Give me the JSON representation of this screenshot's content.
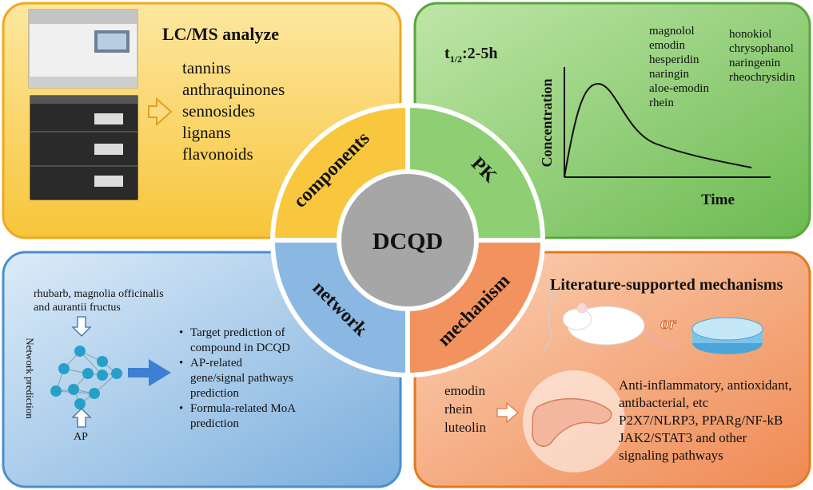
{
  "center": {
    "label": "DCQD"
  },
  "quadrants": {
    "top_left": {
      "label": "components"
    },
    "top_right": {
      "label": "PK"
    },
    "bottom_left": {
      "label": "network"
    },
    "bottom_right": {
      "label": "mechanism"
    }
  },
  "components_panel": {
    "title": "LC/MS analyze",
    "items": [
      "tannins",
      "anthraquinones",
      "sennosides",
      "lignans",
      "flavonoids"
    ]
  },
  "pk_panel": {
    "half_life_label": "t",
    "half_life_sub": "1/2",
    "half_life_value": ":2-5h",
    "ylabel": "Concentration",
    "xlabel": "Time",
    "compounds_col1": [
      "magnolol",
      "emodin",
      "hesperidin",
      "naringin",
      "aloe-emodin",
      "rhein"
    ],
    "compounds_col2": [
      "honokiol",
      "chrysophanol",
      "naringenin",
      "rheochrysidin"
    ]
  },
  "network_panel": {
    "herbs_line1": "rhubarb, magnolia officinalis",
    "herbs_line2": "and aurantii fructus",
    "disease": "AP",
    "side_label": "Network prediction",
    "bullets": [
      {
        "line1": "Target prediction of",
        "line2": "compound in DCQD"
      },
      {
        "line1": "AP-related",
        "line2": "gene/signal pathways",
        "line3": "prediction"
      },
      {
        "line1": "Formula-related MoA",
        "line2": "prediction"
      }
    ]
  },
  "mechanism_panel": {
    "title": "Literature-supported mechanisms",
    "or_label": "or",
    "compounds": [
      "emodin",
      "rhein",
      "luteolin"
    ],
    "effects": [
      "Anti-inflammatory, antioxidant,",
      "antibacterial, etc",
      "P2X7/NLRP3, PPARg/NF-kB",
      "JAK2/STAT3 and other",
      "signaling pathways"
    ]
  },
  "colors": {
    "components": "#f8c73e",
    "pk": "#7ec864",
    "network": "#8ab8e2",
    "mechanism": "#f2935f",
    "center": "#a6a6a6"
  }
}
